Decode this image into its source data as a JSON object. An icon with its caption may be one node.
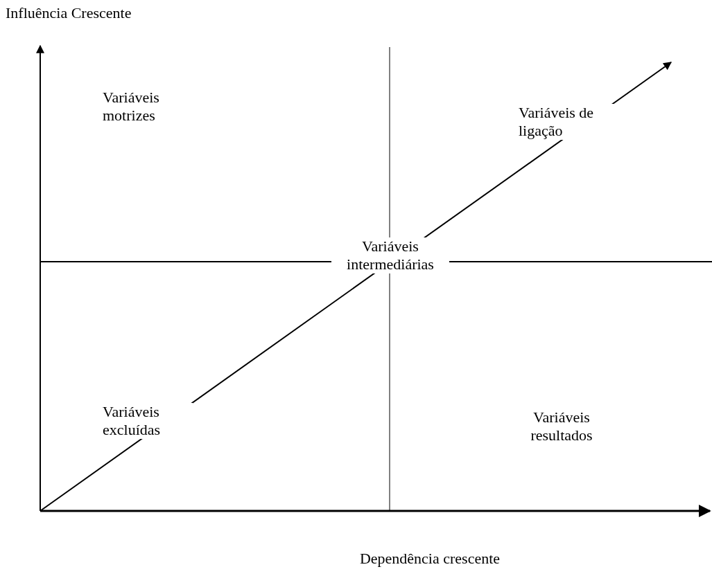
{
  "diagram": {
    "labels": [
      "Influência Crescente",
      "Variáveis motrizes",
      "Variáveis de ligação",
      "Variáveis intermediárias",
      "Variáveis excluídas",
      "Variáveis resultados",
      "Dependência crescente"
    ]
  }
}
